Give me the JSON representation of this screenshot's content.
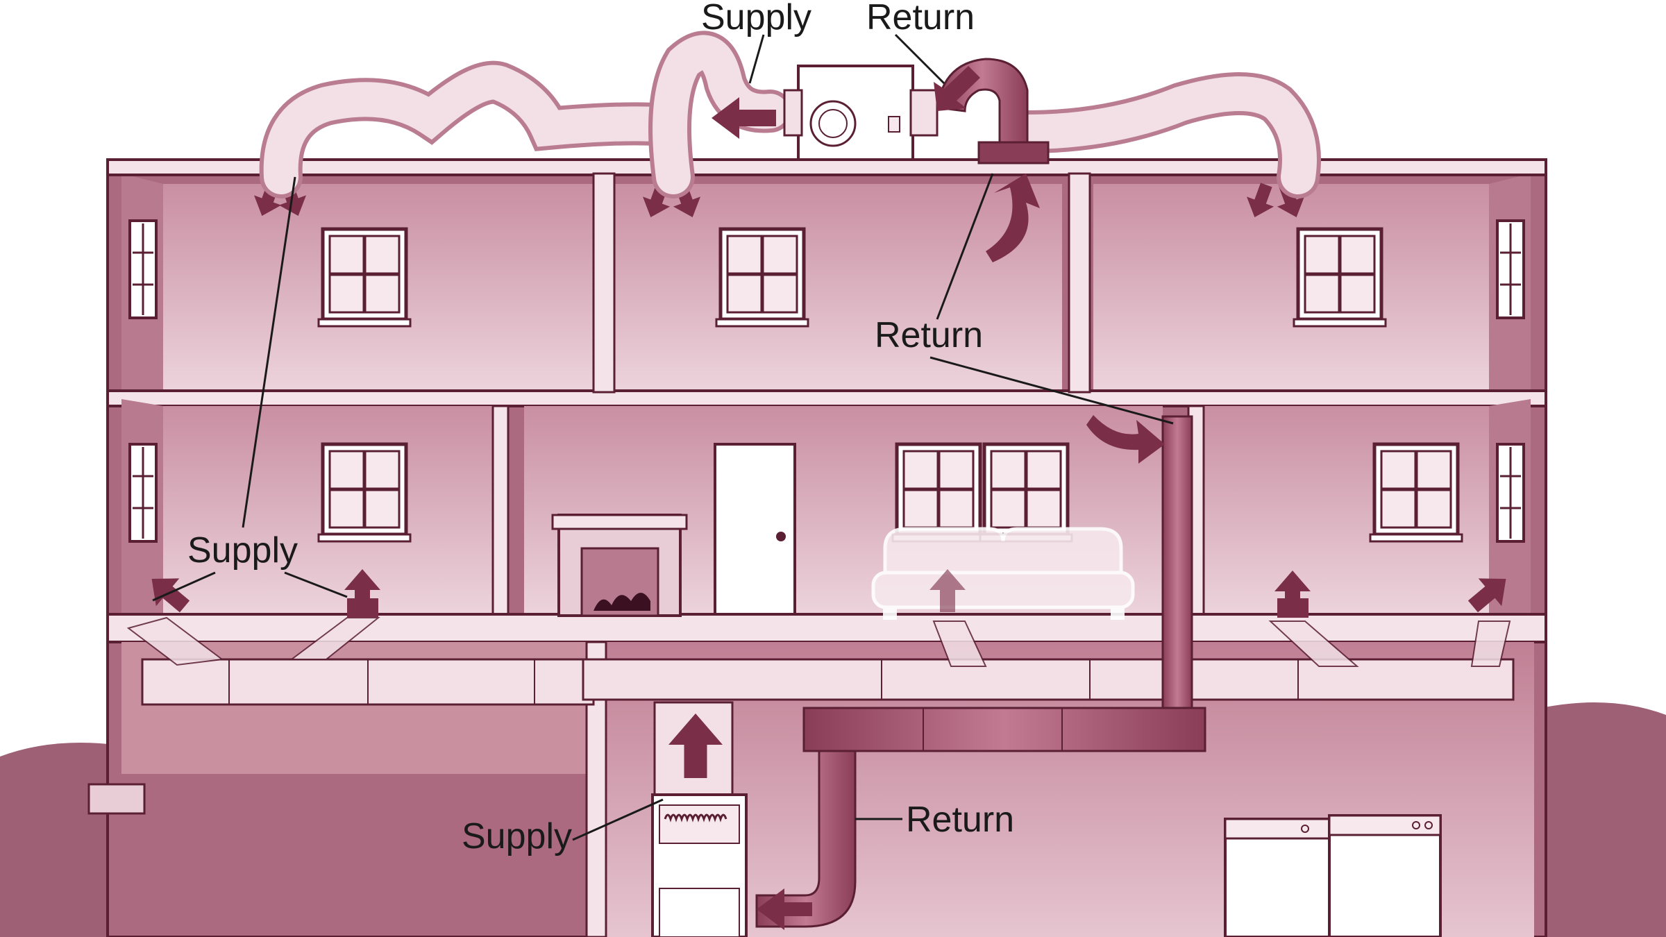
{
  "diagram": {
    "labels": {
      "supply_attic": "Supply",
      "return_attic": "Return",
      "return_upper": "Return",
      "supply_left": "Supply",
      "supply_basement": "Supply",
      "return_basement": "Return"
    },
    "colors": {
      "wall": "#ac6a80",
      "wall_light": "#c98fa2",
      "interior": "#dcb5c2",
      "interior_light": "#ecd3dc",
      "ground": "#9e6074",
      "duct": "#f2e0e6",
      "duct_shadow": "#b97c90",
      "arrow": "#7a2e48",
      "line": "#5a1f33",
      "white": "#ffffff"
    },
    "icons": [
      "supply-arrow-icon",
      "return-arrow-icon",
      "window-icon",
      "door-icon",
      "fireplace-icon",
      "sofa-icon",
      "furnace-icon",
      "washer-icon",
      "dryer-icon",
      "air-handler-icon"
    ]
  }
}
